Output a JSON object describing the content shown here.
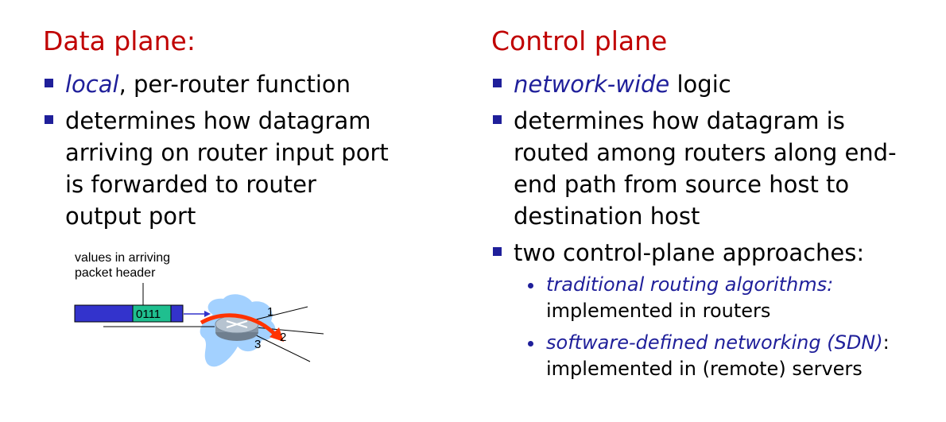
{
  "left": {
    "heading": "Data plane:",
    "bullets": [
      {
        "em": "local",
        "text": ", per-router function"
      },
      {
        "lines": [
          "determines how datagram",
          "arriving on router input port",
          "is forwarded to router",
          "output port"
        ]
      }
    ],
    "diagram": {
      "caption_lines": [
        "values in arriving",
        "packet header"
      ],
      "header_value": "0111",
      "ports": [
        "1",
        "2",
        "3"
      ]
    }
  },
  "right": {
    "heading": "Control plane",
    "bullets": [
      {
        "em": "network-wide",
        "text": " logic"
      },
      {
        "lines": [
          "determines how datagram is",
          "routed among routers along end-",
          "end path from source host to",
          "destination host"
        ]
      },
      {
        "text": "two control-plane approaches:"
      }
    ],
    "sub_bullets": [
      {
        "em": "traditional routing algorithms:",
        "text": "implemented in routers"
      },
      {
        "em": "software-defined networking (SDN)",
        "suffix": ":",
        "text": "implemented in (remote) servers"
      }
    ]
  },
  "colors": {
    "heading": "#c00000",
    "accent": "#1f1f9a",
    "packet": "#3333cc",
    "header_field": "#1fbf8f",
    "cloud": "#99ccff",
    "arrow": "#ff3300"
  }
}
